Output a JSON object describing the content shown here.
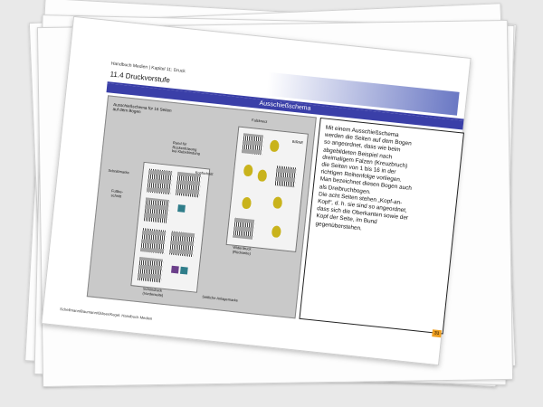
{
  "header": {
    "breadcrumb": "Handbuch Medien | Kapitel 11: Druck",
    "section_title": "11.4  Druckvorstufe"
  },
  "slide": {
    "title": "Ausschießschema",
    "page_number": "31",
    "footer": "Schellmann/Baumann/Gläser/Kegel: Handbuch Medien"
  },
  "figure": {
    "caption": "Ausschießschema für 16 Seiten\nauf dem Bogen",
    "labels": {
      "falzkreuz": "Falzkreuz",
      "rand": "Rand für\nRückenfräsung\nbei Klebebindung",
      "kopfschnitt": "Kopfschnitt",
      "schnittmarke": "Schnittmarke",
      "fussbeschnitt": "Fußbe-\nschnitt",
      "widerdruck": "Widerdruck\n(Rückseite)",
      "schoendruck": "Schöndruck\n(Vorderseite)",
      "anlagemarke": "Seitliche Anlagemarke",
      "birne": "BIRNE"
    },
    "colors": {
      "accent": "#3a3fa8",
      "pear": "#c9b31c",
      "teal": "#2f7d8a",
      "purple": "#6b3f8a"
    }
  },
  "body_text": "Mit einem Ausschießschema\nwerden die Seiten auf dem Bogen\nso angeordnet, dass wie beim\nabgebildeten Beispiel nach\ndreimaligem Falzen (Kreuzbruch)\ndie Seiten von 1 bis 16 in der\nrichtigen Reihenfolge vorliegen.\nMan bezeichnet diesen Bogen auch\nals Dreibruchbogen.\nDie acht Seiten stehen „Kopf-an-\nKopf“, d. h. sie sind so angeordnet,\ndass sich die Oberkanten sowie der\nKopf der Seite, im Bund\ngegenüberstehen."
}
